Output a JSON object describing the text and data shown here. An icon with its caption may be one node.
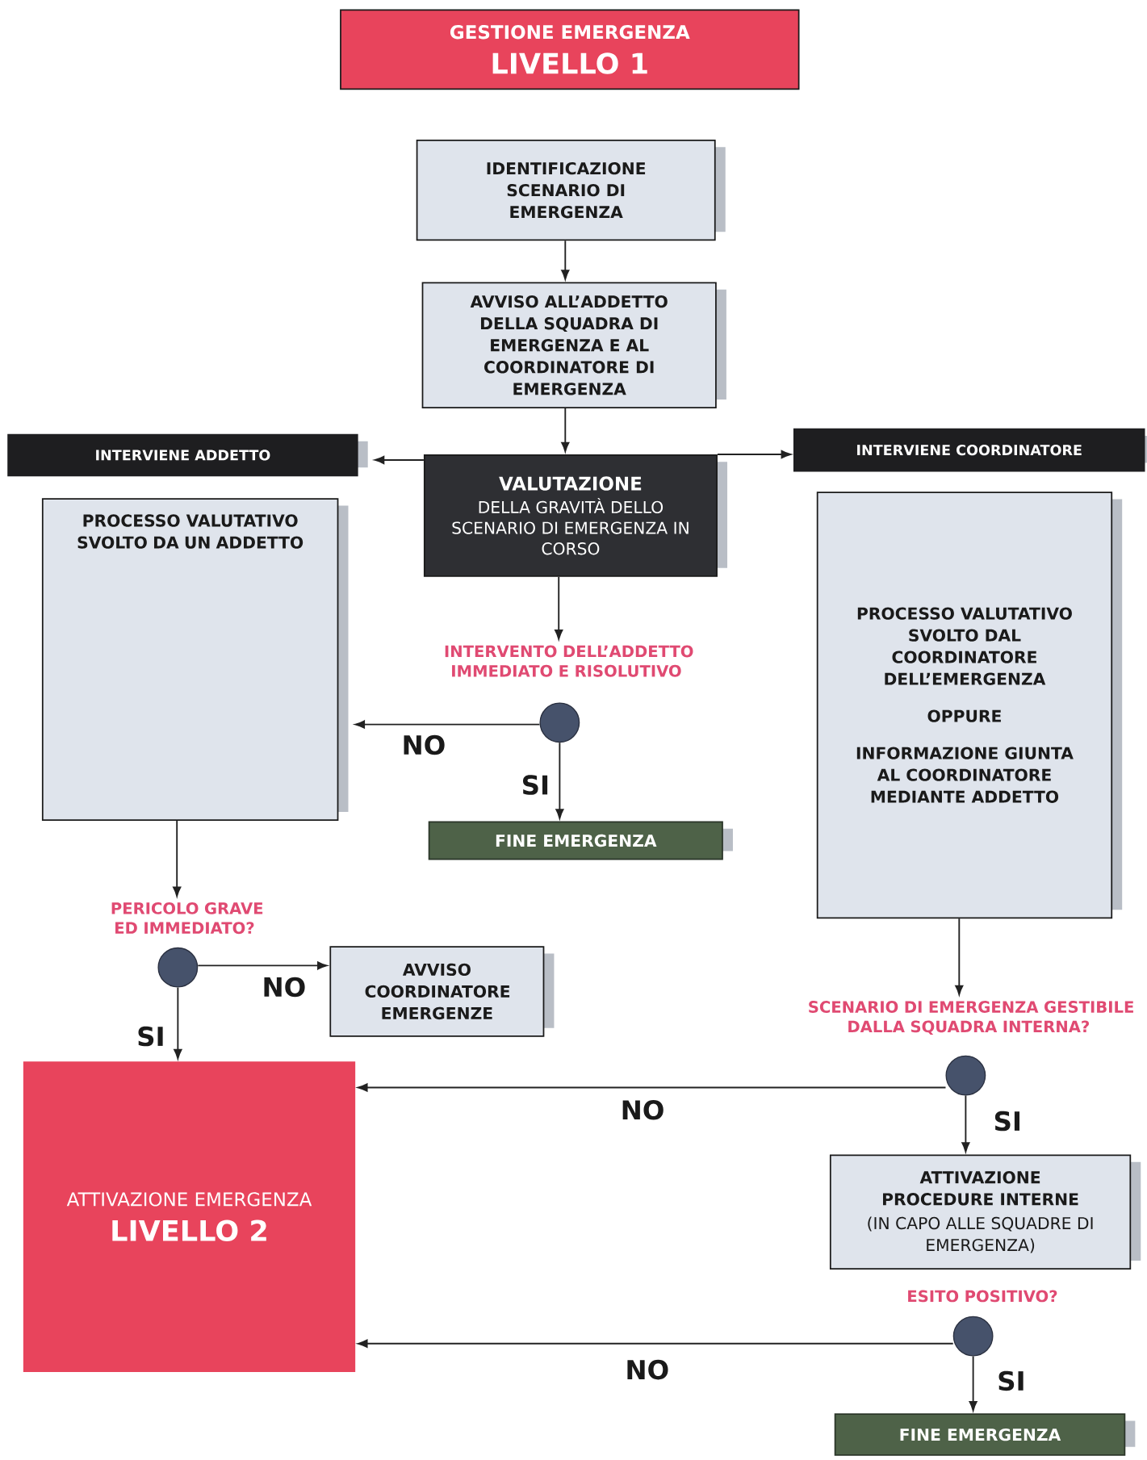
{
  "diagram": {
    "nodes": [
      {
        "text": [
          "GESTIONE EMERGENZA",
          "LIVELLO 1"
        ]
      },
      {
        "text": [
          "IDENTIFICAZIONE SCENARIO DI EMERGENZA"
        ]
      },
      {
        "text": [
          "AVVISO ALL’ADDETTO DELLA SQUADRA DI EMERGENZA E AL COORDINATORE DI EMERGENZA"
        ]
      },
      {
        "text": [
          "INTERVIENE ADDETTO"
        ]
      },
      {
        "text": [
          "VALUTAZIONE",
          "DELLA GRAVITÀ DELLO SCENARIO DI EMERGENZA IN CORSO"
        ]
      },
      {
        "text": [
          "INTERVIENE COORDINATORE"
        ]
      },
      {
        "text": [
          "PROCESSO VALUTATIVO SVOLTO DA UN ADDETTO"
        ]
      },
      {
        "text": [
          "PROCESSO VALUTATIVO SVOLTO DAL COORDINATORE DELL’EMERGENZA",
          "OPPURE",
          "INFORMAZIONE GIUNTA AL COORDINATORE MEDIANTE ADDETTO"
        ]
      },
      {
        "text": [
          "INTERVENTO DELL’ADDETTO IMMEDIATO E RISOLUTIVO"
        ]
      },
      {
        "text": [],
        "shape": "circle"
      },
      {
        "text": [
          "FINE EMERGENZA"
        ]
      },
      {
        "text": [
          "PERICOLO GRAVE ED IMMEDIATO?"
        ]
      },
      {
        "text": [],
        "shape": "circle"
      },
      {
        "text": [
          "AVVISO COORDINATORE EMERGENZE"
        ]
      },
      {
        "text": [
          "SCENARIO DI EMERGENZA GESTIBILE DALLA SQUADRA INTERNA?"
        ]
      },
      {
        "text": [],
        "shape": "circle"
      },
      {
        "text": [
          "ATTIVAZIONE EMERGENZA",
          "LIVELLO 2"
        ]
      },
      {
        "text": [
          "ATTIVAZIONE PROCEDURE INTERNE",
          "(IN CAPO ALLE SQUADRE DI EMERGENZA)"
        ]
      },
      {
        "text": [
          "ESITO POSITIVO?"
        ]
      },
      {
        "text": [],
        "shape": "circle"
      },
      {
        "text": [
          "FINE EMERGENZA"
        ]
      }
    ],
    "edges": [
      {
        "from": 1,
        "to": 2,
        "arrow": "to"
      },
      {
        "from": 2,
        "to": 4,
        "arrow": "to"
      },
      {
        "from": 4,
        "to": 3,
        "arrow": "to"
      },
      {
        "from": 4,
        "to": 5,
        "arrow": "to"
      },
      {
        "from": 4,
        "to": 8,
        "arrow": "to"
      },
      {
        "from": 9,
        "to": 6,
        "arrow": "to",
        "label": "NO"
      },
      {
        "from": 9,
        "to": 10,
        "arrow": "to",
        "label": "SI"
      },
      {
        "from": 6,
        "to": 11,
        "arrow": "to"
      },
      {
        "from": 12,
        "to": 13,
        "arrow": "to",
        "label": "NO"
      },
      {
        "from": 12,
        "to": 16,
        "arrow": "to",
        "label": "SI"
      },
      {
        "from": 7,
        "to": 14,
        "arrow": "to"
      },
      {
        "from": 15,
        "to": 16,
        "arrow": "to",
        "label": "NO"
      },
      {
        "from": 15,
        "to": 17,
        "arrow": "to",
        "label": "SI"
      },
      {
        "from": 19,
        "to": 16,
        "arrow": "to",
        "label": "NO"
      },
      {
        "from": 19,
        "to": 20,
        "arrow": "to",
        "label": "SI"
      }
    ]
  }
}
